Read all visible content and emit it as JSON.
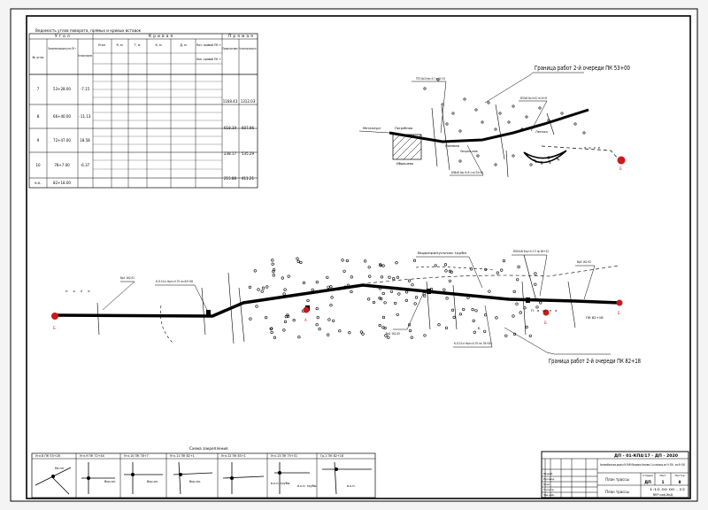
{
  "table": {
    "title": "Ведомость углов поворота, прямых и кривых вставок",
    "header_groups": [
      "Угол",
      "Кривая",
      "Прямая"
    ],
    "columns": [
      "№ угла",
      "Положение вершины угла ПК +",
      "Угол поворота право/лево",
      "Угол",
      "R, м",
      "Т, м",
      "К, м",
      "Д, м",
      "Нач. кривой ПК +",
      "Кон. кривой ПК +",
      "Прямая вставка",
      "Расстояние между вершинами углов"
    ],
    "rows": [
      {
        "no": "7",
        "pk": "53+28.00",
        "angle": "-7.15"
      },
      {
        "no": "8",
        "pk": "66+40.00",
        "angle": "-11.13"
      },
      {
        "no": "9",
        "pk": "72+47.00",
        "angle": "18.58"
      },
      {
        "no": "10",
        "pk": "78+7.00",
        "angle": "-6.37"
      },
      {
        "no": "к.к.",
        "pk": "82+18.00",
        "angle": ""
      }
    ],
    "straight": [
      "1168.43",
      "618.19",
      "238.17",
      "215.88"
    ],
    "distance": [
      "1312.03",
      "607.96",
      "535.29",
      "411.21"
    ]
  },
  "top_section": {
    "boundary_label": "Граница работ 2-й очереди ПК 53+00",
    "callouts": [
      "ТПП 20х2 Нрп=0.7 пк 52+25",
      "ВЛ10кВ 3пр Н=8.2 пк 54+40",
      "ВЛ6кВ 3пр Н=9.1 пк 54+54"
    ],
    "labels": [
      "Металлург",
      "Погребная",
      "Ибрашево",
      "Полевая",
      "Погодная связь",
      "Лесная",
      "поле"
    ],
    "marker": "Б"
  },
  "bottom_section": {
    "boundary_label": "Граница работ 2-й очереди ПК 82+18",
    "callouts": [
      "К.Л.10.п Нрп=0.70 пк 63+58",
      "Водопропускная труба",
      "ВЛ10кВ 3пр Н=7.5 пк 80+12",
      "К.Л.10.п Нрп=0.70 пк 78+58",
      "Вр1 162.91",
      "Вр2 162.55",
      "Вр3 162.92"
    ],
    "labels": [
      "поле",
      "Пашня",
      "ПК 82+18",
      "Б"
    ],
    "markers": [
      "Б",
      "А",
      "Б",
      "Б"
    ]
  },
  "schemes": {
    "title": "Схема закрепления",
    "cells": [
      {
        "label": "Угл.8 ПК 53+28",
        "note": "Кв.пп"
      },
      {
        "label": "Угл.9 ПК 72+44",
        "note": "Вкр.оп."
      },
      {
        "label": "Угл.10 ПК 78+7",
        "note": "Вкр.оп."
      },
      {
        "label": "Угл.11 ПК 82+1",
        "note": "Вкр.оп."
      },
      {
        "label": "Угл.12 ПК 83+1",
        "note": "в.к.п. трубы"
      },
      {
        "label": "Угл.13 ПК 75+31",
        "note": "в.к.п. трубы"
      },
      {
        "label": "Гр.1 ПК 82+18",
        "note": "в.к.п."
      }
    ]
  },
  "title_block": {
    "doc_code": "ДП - 01-КП4/17 - ДП - 2020",
    "project": "Автомобильная дорога М-5999 Медовка-Ночевка 2-я очередь км 5+300 - км 8+200",
    "sheet_title": "План трассы",
    "sheet_title2": "План трассы",
    "stage_header": [
      "Стадия",
      "Лист",
      "Листов"
    ],
    "stage": "ДП",
    "sheet_no": "1",
    "sheets": "8",
    "scale": "1:10 00 00 - 22",
    "org": "ВКР каф.ИиД",
    "roles": [
      "Разраб.",
      "Руковод.",
      "Конс.",
      "Н.контр.",
      "Зав.каф."
    ]
  }
}
